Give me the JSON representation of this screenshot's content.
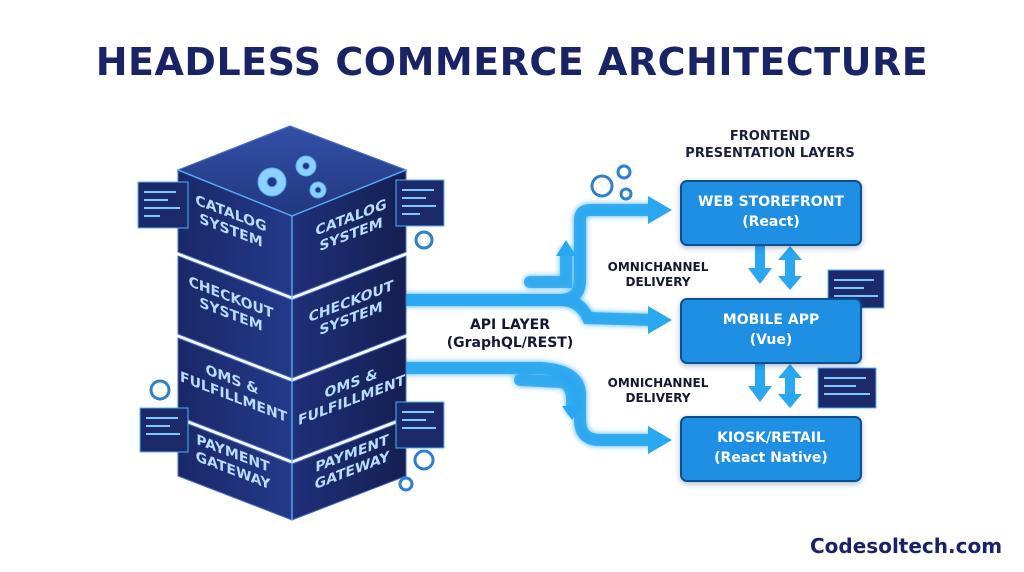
{
  "title": "HEADLESS COMMERCE ARCHITECTURE",
  "frontend_header": {
    "line1": "FRONTEND",
    "line2": "PRESENTATION LAYERS"
  },
  "api_layer": {
    "line1": "API LAYER",
    "line2": "(GraphQL/REST)"
  },
  "omnichannel": [
    {
      "line1": "OMNICHANNEL",
      "line2": "DELIVERY"
    },
    {
      "line1": "OMNICHANNEL",
      "line2": "DELIVERY"
    }
  ],
  "backend_blocks": [
    {
      "line1": "CATALOG",
      "line2": "SYSTEM"
    },
    {
      "line1": "CHECKOUT",
      "line2": "SYSTEM"
    },
    {
      "line1": "OMS &",
      "line2": "FULFILLMENT"
    },
    {
      "line1": "PAYMENT",
      "line2": "GATEWAY"
    }
  ],
  "frontends": [
    {
      "name": "WEB STOREFRONT",
      "tech": "(React)"
    },
    {
      "name": "MOBILE APP",
      "tech": "(Vue)"
    },
    {
      "name": "KIOSK/RETAIL",
      "tech": "(React Native)"
    }
  ],
  "brand": "Codesoltech.com",
  "colors": {
    "title": "#1a2366",
    "cube_top": "#2a3f8f",
    "cube_left": "#1d2c6e",
    "cube_right": "#172459",
    "flow": "#2aa7f0",
    "box_fill": "#1f8fe3",
    "box_border": "#0d4f8f"
  },
  "icons": [
    "gear-icon",
    "code-panel-icon",
    "arrow-icon"
  ]
}
